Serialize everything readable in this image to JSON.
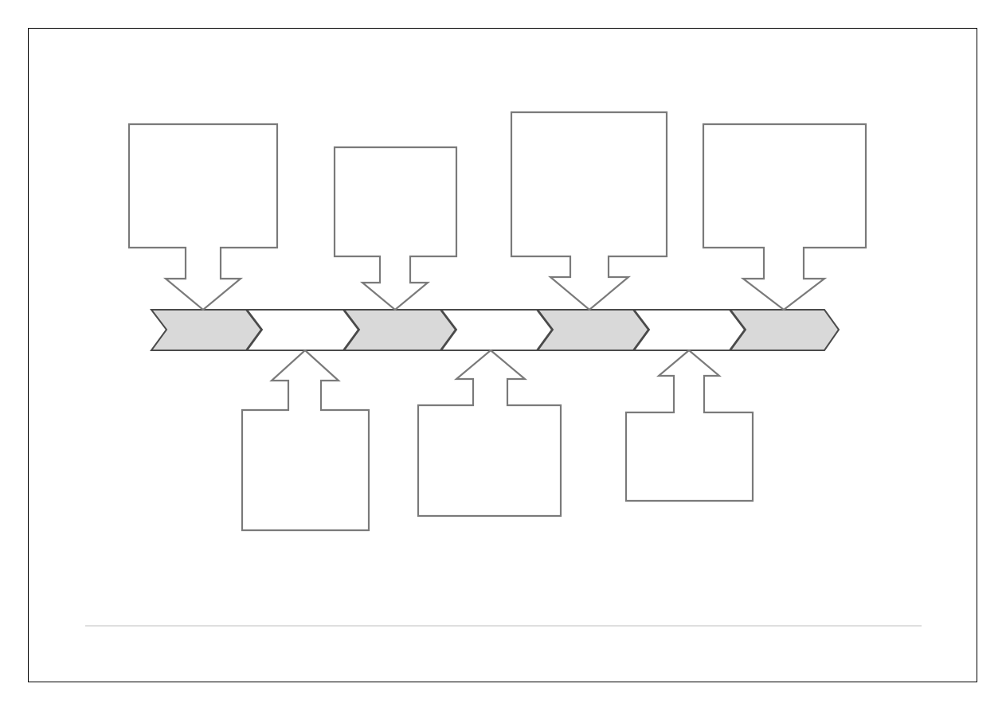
{
  "diagram": {
    "type": "timeline-template",
    "palette": {
      "background": "#ffffff",
      "frame": "#000000",
      "chevron_dark": "#d9d9d9",
      "chevron_light": "#ffffff",
      "chevron_stroke": "#4a4a4a",
      "callout_stroke": "#7a7a7a",
      "footer_rule": "#bfbfbf"
    },
    "chevrons": [
      {
        "fill": "dark",
        "text": ""
      },
      {
        "fill": "light",
        "text": ""
      },
      {
        "fill": "dark",
        "text": ""
      },
      {
        "fill": "light",
        "text": ""
      },
      {
        "fill": "dark",
        "text": ""
      },
      {
        "fill": "light",
        "text": ""
      },
      {
        "fill": "dark",
        "text": ""
      }
    ],
    "callouts_above": [
      {
        "text": ""
      },
      {
        "text": ""
      },
      {
        "text": ""
      },
      {
        "text": ""
      }
    ],
    "callouts_below": [
      {
        "text": ""
      },
      {
        "text": ""
      },
      {
        "text": ""
      }
    ]
  }
}
